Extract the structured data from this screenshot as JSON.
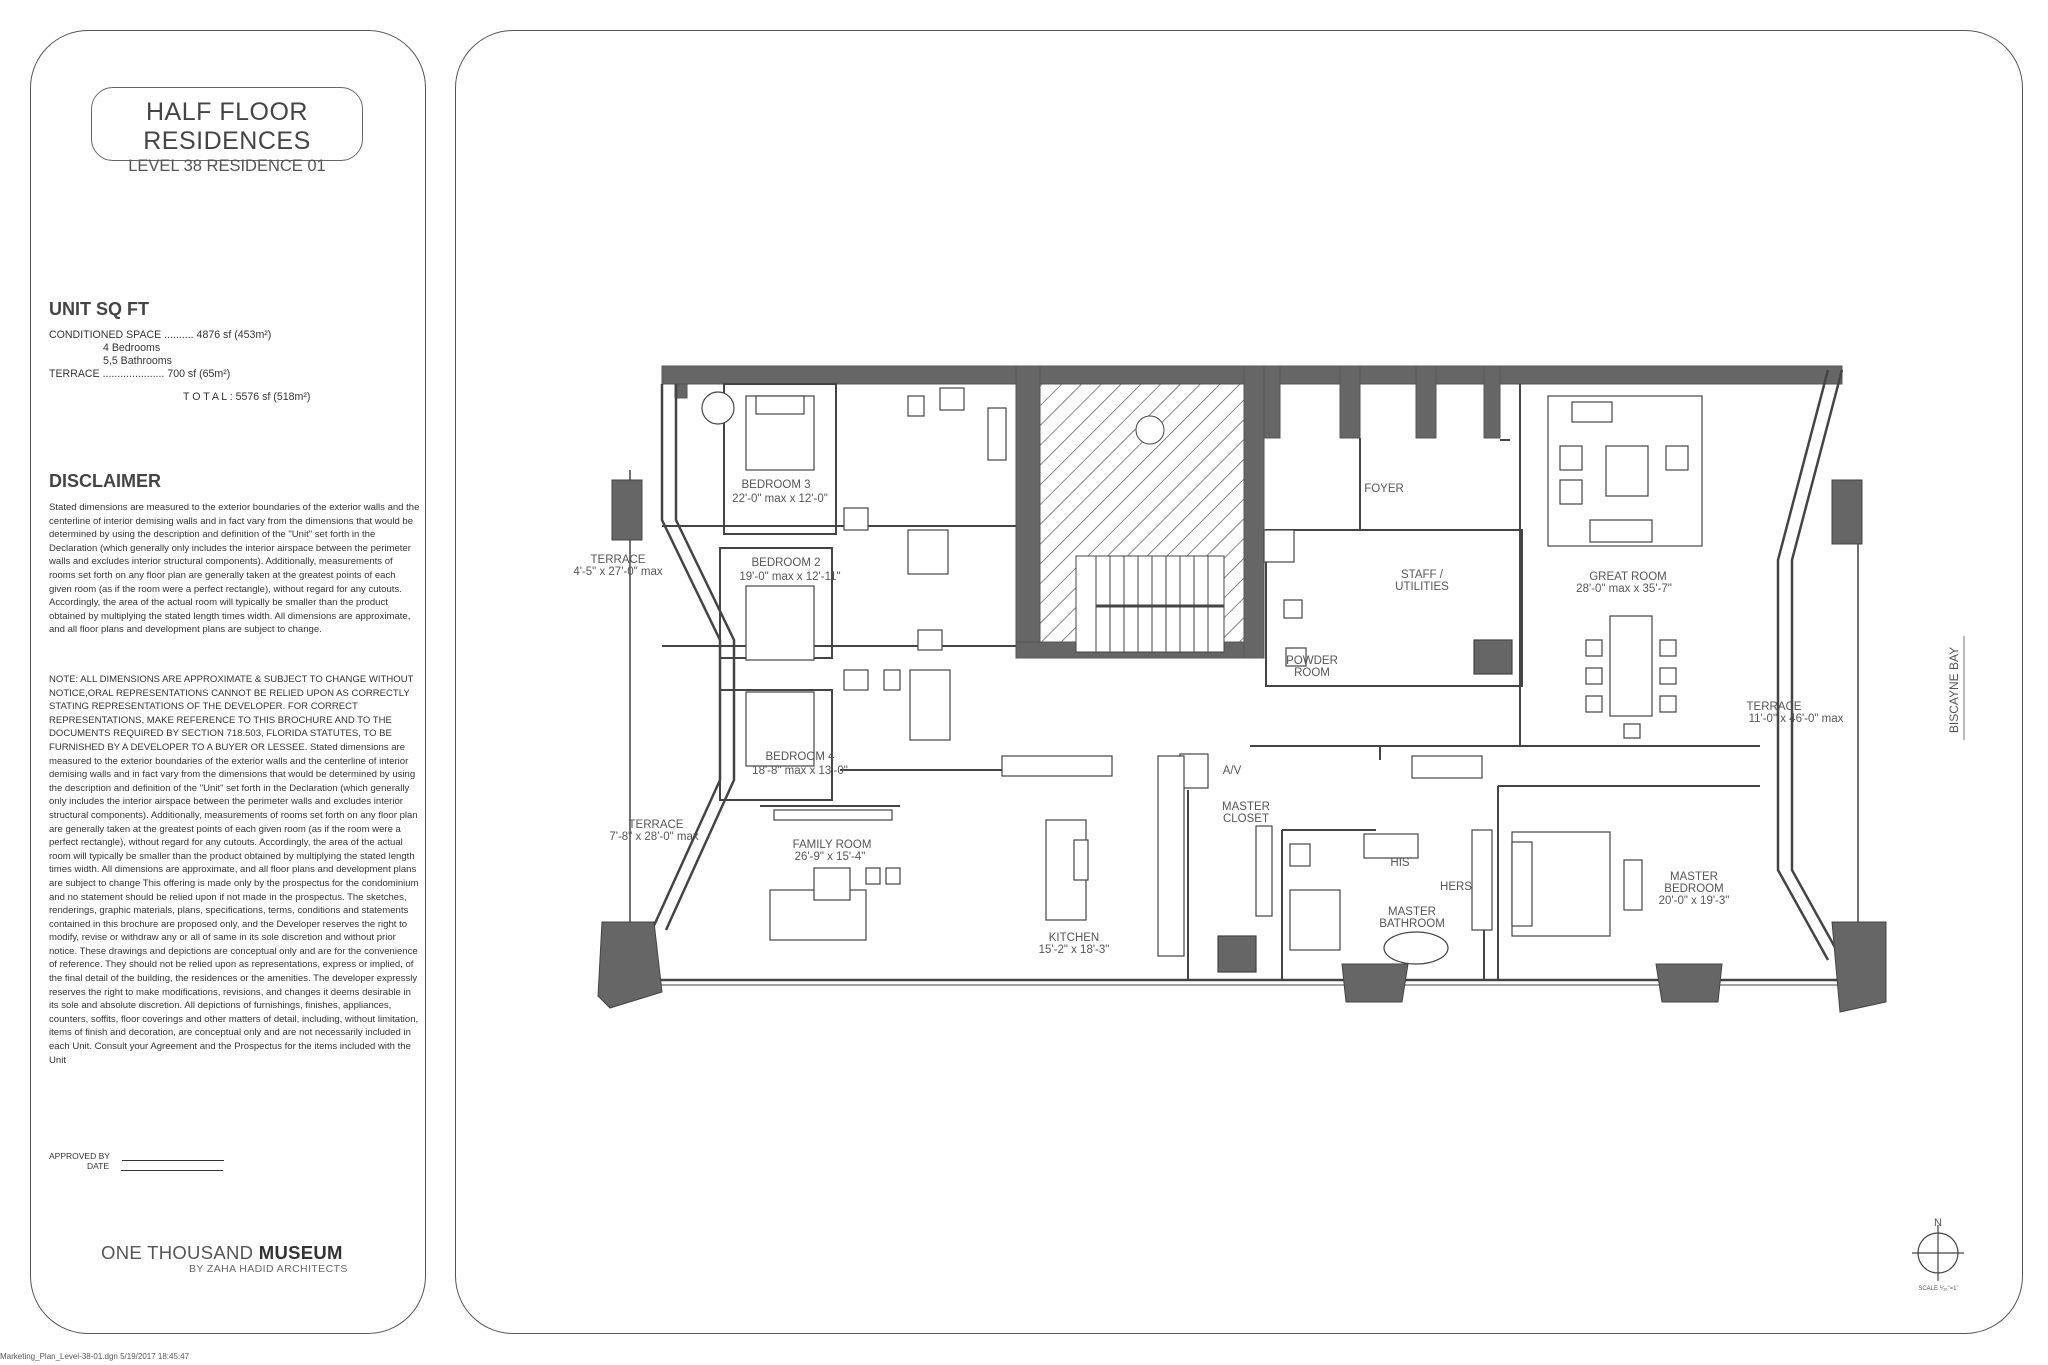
{
  "title": {
    "main": "HALF FLOOR RESIDENCES",
    "sub": "LEVEL 38 RESIDENCE 01"
  },
  "unit_sqft": {
    "heading": "UNIT SQ FT",
    "conditioned": "CONDITIONED SPACE .......... 4876 sf (453m²)",
    "bedrooms": "4    Bedrooms",
    "bathrooms": "5,5  Bathrooms",
    "terrace": "TERRACE ..................... 700 sf (65m²)",
    "total": "T O T A L : 5576 sf (518m²)"
  },
  "disclaimer": {
    "heading": "DISCLAIMER",
    "p1": "Stated dimensions are measured to the exterior boundaries of the exterior walls and the centerline of interior demising walls and in fact vary from the dimensions that would be determined by using the description and definition of the \"Unit\" set forth in the Declaration (which generally only includes the interior airspace between the perimeter walls and excludes interior structural components). Additionally, measurements of rooms set forth on any floor plan are generally taken at the greatest points of each given room (as if the room were a perfect rectangle), without regard for any cutouts. Accordingly, the area of the actual room will typically be smaller than the product obtained by multiplying the stated length times width. All dimensions are approximate, and all floor plans and development plans are subject to change.",
    "p2": "NOTE: ALL DIMENSIONS ARE APPROXIMATE & SUBJECT TO CHANGE WITHOUT NOTICE,ORAL REPRESENTATIONS CANNOT BE RELIED UPON AS CORRECTLY STATING REPRESENTATIONS OF THE DEVELOPER. FOR CORRECT REPRESENTATIONS, MAKE REFERENCE TO THIS BROCHURE AND TO THE DOCUMENTS REQUIRED BY SECTION 718.503, FLORIDA STATUTES, TO BE FURNISHED BY A DEVELOPER TO A BUYER OR LESSEE. Stated dimensions are measured to the exterior boundaries of the exterior walls and the centerline of interior demising walls and in fact vary from the dimensions that would be determined by using the description and definition of the \"Unit\" set forth in the Declaration (which generally only includes the interior airspace between the perimeter walls and excludes interior structural components). Additionally, measurements of rooms set forth on any floor plan are generally taken at the greatest points of each given room (as if the room were a perfect rectangle), without regard for any cutouts. Accordingly, the area of the actual room will typically be smaller than the product obtained by multiplying the stated length times width. All dimensions are approximate, and all floor plans and development plans are subject to change This offering is made only by the prospectus for the condominium and no statement should be relied upon if not made in the prospectus. The sketches, renderings, graphic materials, plans, specifications, terms, conditions and statements contained in this brochure are proposed only, and the Developer reserves the right to modify, revise or withdraw any or all of same in its sole discretion and without prior notice. These drawings and depictions are conceptual only and are for the convenience of reference. They should not be relied upon as representations, express or implied, of the final detail of the building, the residences or the amenities. The developer expressly reserves the right to make modifications, revisions, and changes it deems desirable in its sole and absolute discretion. All depictions of furnishings, finishes, appliances, counters, soffits, floor coverings and other matters of detail, including, without limitation, items of finish and decoration, are conceptual only and are not necessarily included in each Unit. Consult your Agreement and the Prospectus for the items included with the Unit"
  },
  "approval": {
    "approved_by": "APPROVED BY",
    "date": "DATE"
  },
  "logo": {
    "prefix": "ONE THOUSAND ",
    "bold": "MUSEUM",
    "sub": "BY ZAHA HADID ARCHITECTS"
  },
  "footer": "Marketing_Plan_Level-38-01.dgn 5/19/2017 18:45:47",
  "rooms": {
    "bedroom3": {
      "name": "BEDROOM 3",
      "dim": "22'-0\" max x 12'-0\""
    },
    "bedroom2": {
      "name": "BEDROOM 2",
      "dim": "19'-0\" max x 12'-11\""
    },
    "bedroom4": {
      "name": "BEDROOM 4",
      "dim": "18'-8\" max x 13'-0\""
    },
    "terrace_w1": {
      "name": "TERRACE",
      "dim": "4'-5\" x 27'-0\" max"
    },
    "terrace_w2": {
      "name": "TERRACE",
      "dim": "7'-8\" x 28'-0\" max"
    },
    "family": {
      "name": "FAMILY ROOM",
      "dim": "26'-9\" x 15'-4\""
    },
    "kitchen": {
      "name": "KITCHEN",
      "dim": "15'-2\" x 18'-3\""
    },
    "foyer": {
      "name": "FOYER"
    },
    "staff": {
      "l1": "STAFF /",
      "l2": "UTILITIES"
    },
    "powder": {
      "l1": "POWDER",
      "l2": "ROOM"
    },
    "great": {
      "name": "GREAT ROOM",
      "dim": "28'-0\" max x 35'-7\""
    },
    "terrace_e": {
      "name": "TERRACE",
      "dim": "11'-0\" x 46'-0\" max"
    },
    "av": "A/V",
    "master_closet": {
      "l1": "MASTER",
      "l2": "CLOSET"
    },
    "his": "HIS",
    "hers": "HERS",
    "master_bath": {
      "l1": "MASTER",
      "l2": "BATHROOM"
    },
    "master_bed": {
      "l1": "MASTER",
      "l2": "BEDROOM",
      "dim": "20'-0\" x 19'-3\""
    },
    "bay": "BISCAYNE BAY",
    "north": "N",
    "scale": "SCALE ⅟₁₆\"=1'"
  }
}
